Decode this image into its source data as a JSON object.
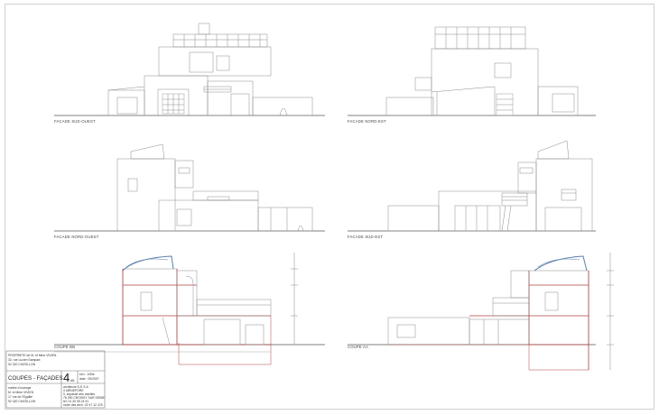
{
  "drawings": {
    "facade_sud_ouest": "FACADE SUD-OUEST",
    "facade_nord_est": "FACADE NORD-EST",
    "facade_nord_ouest": "FACADE NORD-OUEST",
    "facade_sud_est": "FACADE SUD-EST",
    "coupe_bb": "COUPE BB",
    "coupe_aa": "COUPE AA"
  },
  "title_block": {
    "project_lines": [
      "PROPRIETE de M. et Mme VIVIEN",
      "32, rue Lucien Sampaix",
      "92 320 CHATILLON"
    ],
    "sheet_title": "COUPES - FAÇADES",
    "sheet_number": "4",
    "sheet_suffix": "AB",
    "scale": "éch : 1/50e",
    "date": "date : 09/2007",
    "owner_lines": [
      "maître d'ouvrage",
      "M. et Mme VIVIEN",
      "17 rue de l'Égalité",
      "92 320 CHATILLON"
    ],
    "architect_lines": [
      "architecte D.E.S.A",
      "X.MENEPORE",
      "9, impasse des oiselles",
      "78 290 CROISSY SUR SEINE",
      "tél. 01 30 09 24 91",
      "ordre des arch. 02 47 12 478"
    ]
  }
}
